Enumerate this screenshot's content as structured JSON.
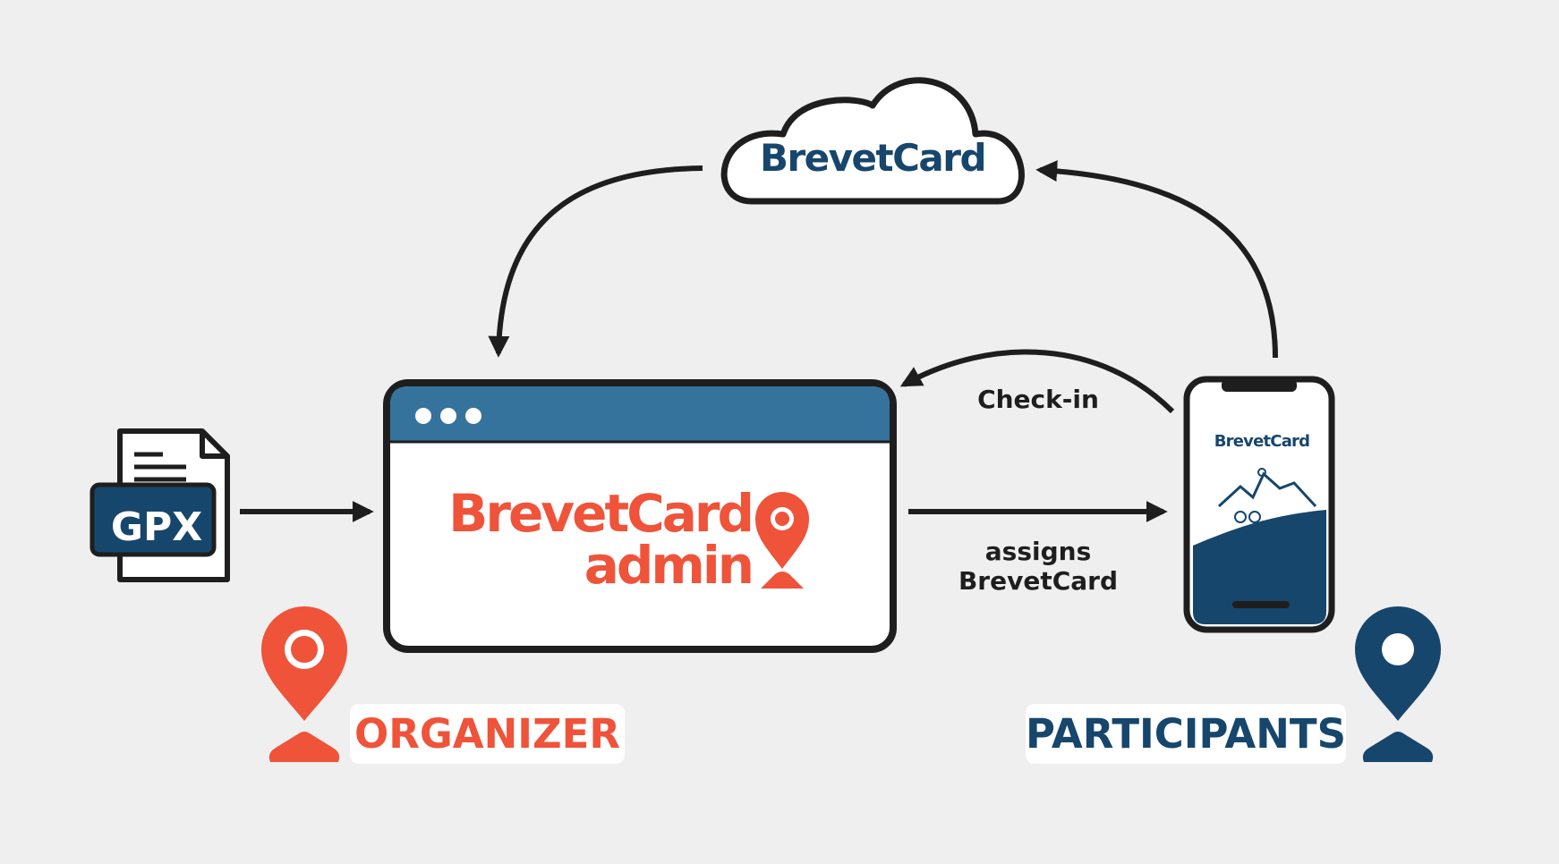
{
  "diagram": {
    "cloud": {
      "label": "BrevetCard"
    },
    "admin_window": {
      "logo_line1": "BrevetCard",
      "logo_line2": "admin"
    },
    "gpx_file": {
      "label": "GPX"
    },
    "phone": {
      "brand": "BrevetCard"
    },
    "edges": {
      "checkin_label": "Check-in",
      "assigns_line1": "assigns",
      "assigns_line2": "BrevetCard"
    },
    "roles": {
      "organizer": "ORGANIZER",
      "participants": "PARTICIPANTS"
    },
    "colors": {
      "background": "#efefef",
      "organizer_red": "#ef5339",
      "brand_navy": "#17466d",
      "window_bar": "#36739c",
      "outline": "#1e1e1e"
    }
  }
}
